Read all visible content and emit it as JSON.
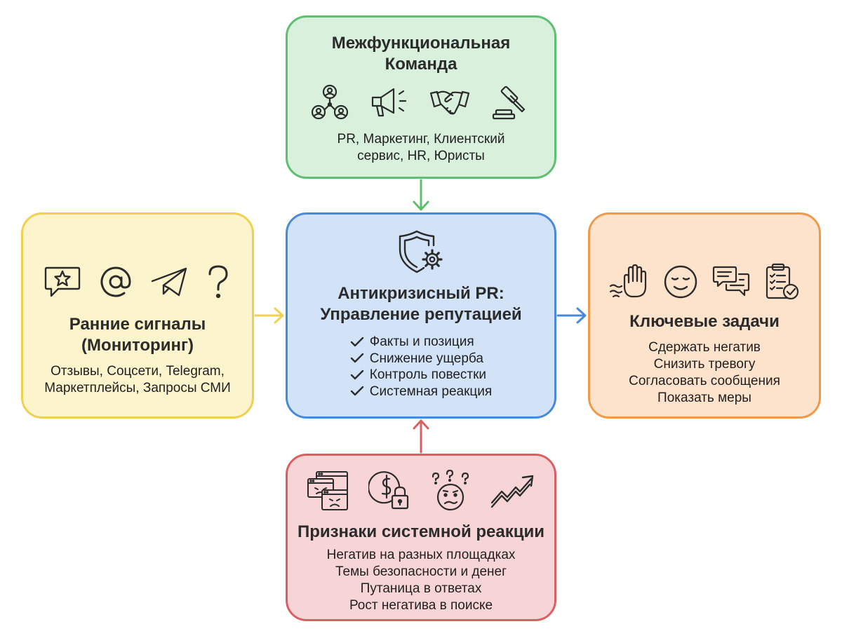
{
  "team": {
    "title_line1": "Межфункциональная",
    "title_line2": "Команда",
    "icons": [
      "team-network-icon",
      "megaphone-icon",
      "handshake-icon",
      "gavel-icon"
    ],
    "desc_line1": "PR, Маркетинг, Клиентский",
    "desc_line2": "сервис, HR, Юристы"
  },
  "center": {
    "icon": "shield-gear-icon",
    "title_line1": "Антикризисный PR:",
    "title_line2": "Управление репутацией",
    "items": [
      "Факты и позиция",
      "Снижение ущерба",
      "Контроль повестки",
      "Системная реакция"
    ]
  },
  "signals": {
    "title_line1": "Ранние сигналы",
    "title_line2": "(Мониторинг)",
    "icons": [
      "review-star-icon",
      "at-sign-icon",
      "telegram-icon",
      "question-mark-icon"
    ],
    "desc_line1": "Отзывы, Соцсети, Telegram,",
    "desc_line2": "Маркетплейсы, Запросы СМИ"
  },
  "tasks": {
    "title": "Ключевые задачи",
    "icons": [
      "stop-hand-icon",
      "calm-face-icon",
      "chat-bubbles-icon",
      "checklist-clipboard-icon"
    ],
    "items": [
      "Сдержать негатив",
      "Снизить тревогу",
      "Согласовать сообщения",
      "Показать меры"
    ]
  },
  "symptoms": {
    "title": "Признаки системной реакции",
    "icons": [
      "sad-windows-icon",
      "money-lock-icon",
      "confused-face-icon",
      "trend-up-icon"
    ],
    "items": [
      "Негатив на разных площадках",
      "Темы безопасности и денег",
      "Путаница в ответах",
      "Рост негатива в поиске"
    ]
  },
  "colors": {
    "green": "#5fbf70",
    "blue": "#4a88d8",
    "yellow": "#efd14f",
    "orange": "#ef9a4a",
    "red": "#d95f63"
  }
}
